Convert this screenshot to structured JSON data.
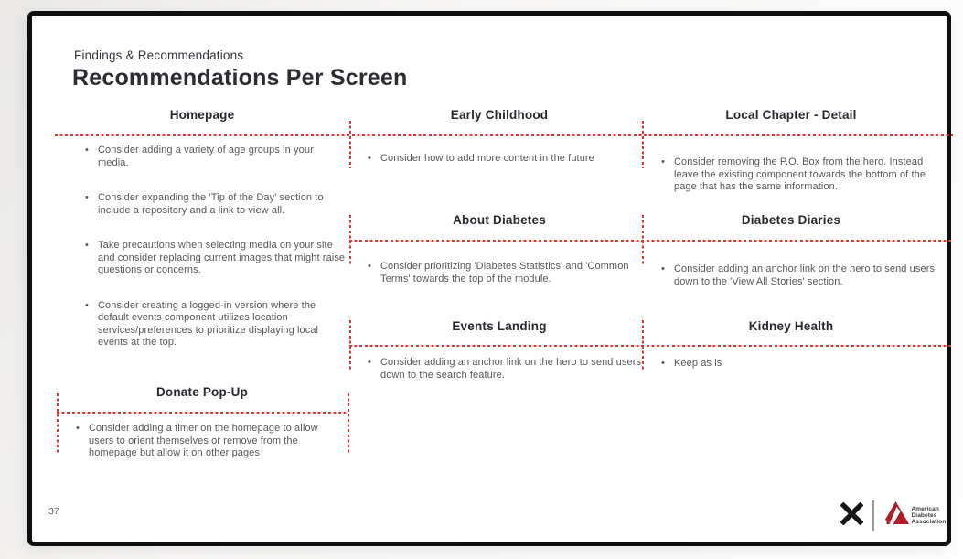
{
  "ui": {
    "bullet": "•"
  },
  "header": {
    "eyebrow": "Findings & Recommendations",
    "title": "Recommendations Per Screen"
  },
  "colors": {
    "dash_red": "#E0392B",
    "ada_logo_red": "#AF1E28",
    "heading_dark": "#26282E",
    "body_gray": "#55575C"
  },
  "sections": [
    {
      "title": "Homepage",
      "bullets": [
        "Consider adding a variety of age groups in your media.",
        "Consider expanding the 'Tip of the Day' section to include a repository and a link to view all.",
        "Take precautions when selecting media on your site and consider replacing current images that might raise questions or concerns.",
        "Consider creating a logged-in version where the default events component utilizes location services/preferences to prioritize displaying local events at the top."
      ]
    },
    {
      "title": "Early Childhood",
      "bullets": [
        "Consider how to add more content in the future"
      ]
    },
    {
      "title": "Local Chapter - Detail",
      "bullets": [
        "Consider removing the P.O. Box from the hero. Instead leave the existing component towards the bottom of the page that has the same information."
      ]
    },
    {
      "title": "About Diabetes",
      "bullets": [
        "Consider prioritizing 'Diabetes Statistics' and 'Common Terms' towards the top of the module."
      ]
    },
    {
      "title": "Diabetes Diaries",
      "bullets": [
        "Consider adding an anchor link on the hero to send users down to the 'View All Stories' section."
      ]
    },
    {
      "title": "Events Landing",
      "bullets": [
        "Consider adding an anchor link on the hero to send users down to the search feature."
      ]
    },
    {
      "title": "Kidney Health",
      "bullets": [
        "Keep as is"
      ]
    },
    {
      "title": "Donate Pop-Up",
      "bullets": [
        "Consider adding a timer on the homepage to allow users to orient themselves or remove from the homepage but allow it on other pages"
      ]
    }
  ],
  "footer": {
    "page_number": "37",
    "ada_logo_lines": [
      "American",
      "Diabetes",
      "Association."
    ]
  }
}
